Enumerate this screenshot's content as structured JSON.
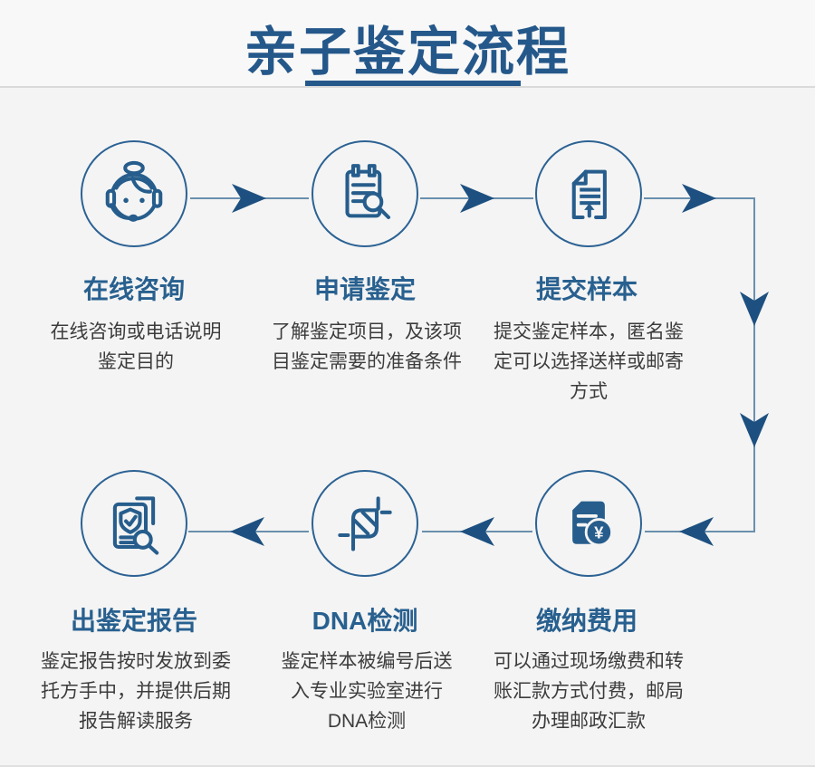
{
  "header": {
    "title": "亲子鉴定流程"
  },
  "colors": {
    "accent": "#25588a",
    "icon_stroke": "#265d8c",
    "connector_line": "#6a8fad",
    "arrow_fill": "#1d5080",
    "body_text": "#3c3c3c",
    "background": "#f4f4f4"
  },
  "icons": {
    "yen_symbol": "¥"
  },
  "steps": [
    {
      "title": "在线咨询",
      "icon": "customer-service-icon",
      "description": "在线咨询或电话说明\n鉴定目的"
    },
    {
      "title": "申请鉴定",
      "icon": "clipboard-magnifier-icon",
      "description": "了解鉴定项目，及该项\n目鉴定需要的准备条件"
    },
    {
      "title": "提交样本",
      "icon": "document-upload-icon",
      "description": "提交鉴定样本，匿名鉴\n定可以选择送样或邮寄\n方式"
    },
    {
      "title": "缴纳费用",
      "icon": "invoice-yen-icon",
      "description": "可以通过现场缴费和转\n账汇款方式付费，邮局\n办理邮政汇款"
    },
    {
      "title": "DNA检测",
      "icon": "dna-helix-icon",
      "description": "鉴定样本被编号后送\n入专业实验室进行\nDNA检测"
    },
    {
      "title": "出鉴定报告",
      "icon": "report-shield-icon",
      "description": "鉴定报告按时发放到委\n托方手中，并提供后期\n报告解读服务"
    }
  ]
}
